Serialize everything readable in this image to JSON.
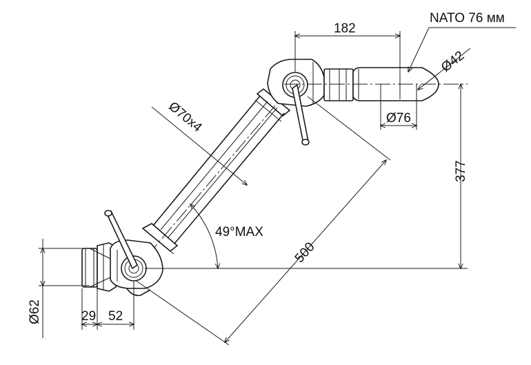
{
  "labels": {
    "dim_top": "182",
    "nato": "NATO 76 мм",
    "dia_42": "Ø42",
    "dia_70x4": "Ø70x4",
    "dia_76": "Ø76",
    "height_377": "377",
    "angle": "49°MAX",
    "length_500": "500",
    "dia_62": "Ø62",
    "dim_29": "29",
    "dim_52": "52"
  },
  "colors": {
    "line": "#1a1a1a",
    "background": "#ffffff"
  }
}
